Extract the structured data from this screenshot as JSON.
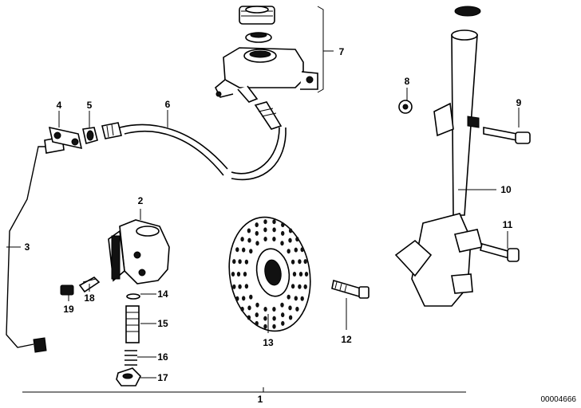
{
  "diagram": {
    "parts": [
      {
        "num": "1"
      },
      {
        "num": "2"
      },
      {
        "num": "3"
      },
      {
        "num": "4"
      },
      {
        "num": "5"
      },
      {
        "num": "6"
      },
      {
        "num": "7"
      },
      {
        "num": "8"
      },
      {
        "num": "9"
      },
      {
        "num": "10"
      },
      {
        "num": "11"
      },
      {
        "num": "12"
      },
      {
        "num": "13"
      },
      {
        "num": "14"
      },
      {
        "num": "15"
      },
      {
        "num": "16"
      },
      {
        "num": "17"
      },
      {
        "num": "18"
      },
      {
        "num": "19"
      }
    ],
    "drawing_code": "00004666"
  }
}
